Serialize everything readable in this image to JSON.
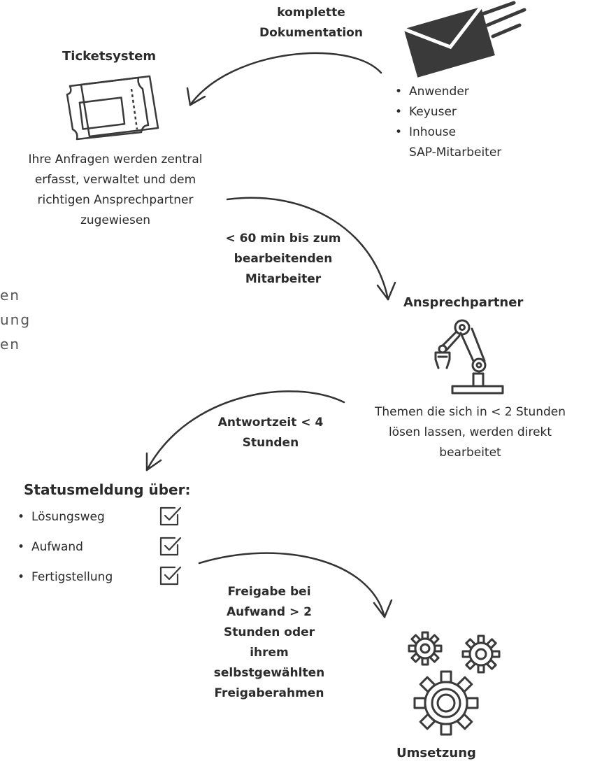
{
  "sender": {
    "icon": "envelope-icon",
    "edge_label_lines": [
      "komplette",
      "Dokumentation"
    ],
    "roles": [
      "Anwender",
      "Keyuser",
      "Inhouse",
      "SAP-Mitarbeiter"
    ]
  },
  "ticketsystem": {
    "title": "Ticketsystem",
    "icon": "ticket-icon",
    "description_lines": [
      "Ihre Anfragen werden zentral",
      "erfasst, verwaltet und dem",
      "richtigen Ansprechpartner",
      "zugewiesen"
    ]
  },
  "edge_ticket_to_contact": {
    "label_lines": [
      "< 60 min bis zum",
      "bearbeitenden",
      "Mitarbeiter"
    ]
  },
  "left_clipped_text": [
    "en",
    "ung",
    "en"
  ],
  "ansprechpartner": {
    "title": "Ansprechpartner",
    "icon": "robot-arm-icon",
    "description_lines": [
      "Themen die sich in < 2 Stunden",
      "lösen lassen, werden direkt",
      "bearbeitet"
    ]
  },
  "edge_contact_to_status": {
    "label_lines": [
      "Antwortzeit < 4",
      "Stunden"
    ]
  },
  "statusmeldung": {
    "title": "Statusmeldung über:",
    "items": [
      "Lösungsweg",
      "Aufwand",
      "Fertigstellung"
    ],
    "check_icon": "checkbox-checked-icon"
  },
  "edge_status_to_umsetzung": {
    "label_lines": [
      "Freigabe bei",
      "Aufwand > 2",
      "Stunden oder",
      "ihrem",
      "selbstgewählten",
      "Freigaberahmen"
    ]
  },
  "umsetzung": {
    "title": "Umsetzung",
    "icon": "gears-icon"
  },
  "colors": {
    "text": "#2b2b2b",
    "icon": "#3a3a3a",
    "muted_text": "#555555"
  }
}
